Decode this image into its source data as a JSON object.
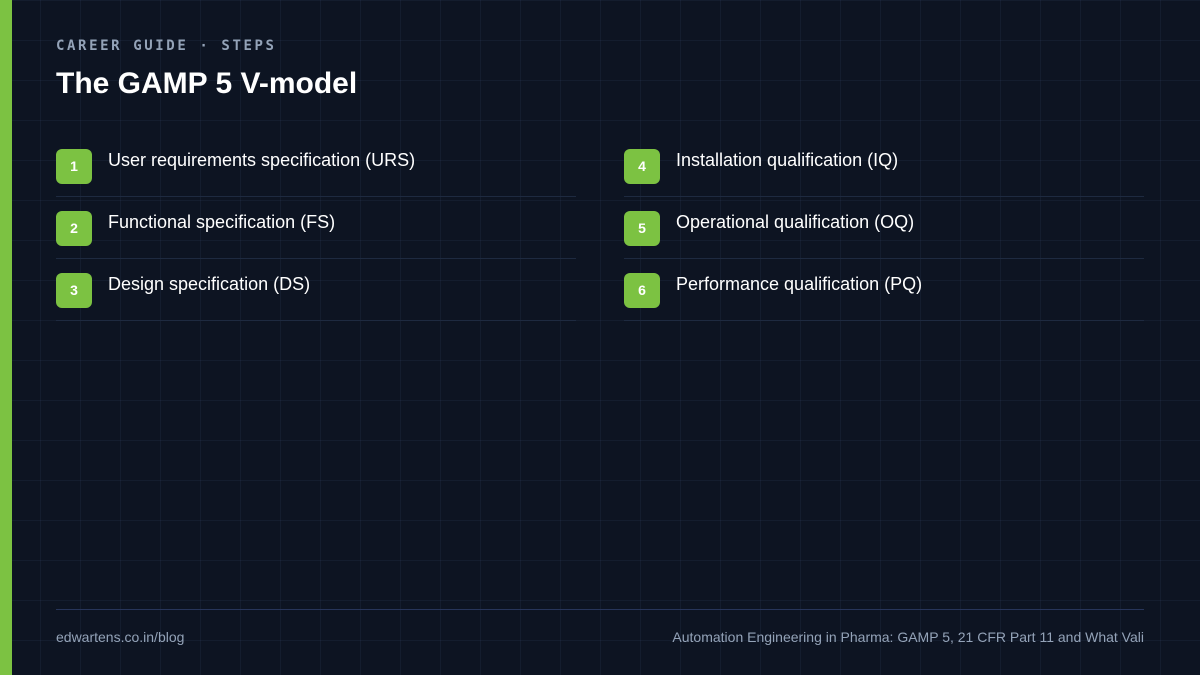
{
  "header": {
    "eyebrow": "CAREER GUIDE · STEPS",
    "title": "The GAMP 5 V-model"
  },
  "steps": [
    {
      "number": "1",
      "label": "User requirements specification (URS)"
    },
    {
      "number": "2",
      "label": "Functional specification (FS)"
    },
    {
      "number": "3",
      "label": "Design specification (DS)"
    },
    {
      "number": "4",
      "label": "Installation qualification (IQ)"
    },
    {
      "number": "5",
      "label": "Operational qualification (OQ)"
    },
    {
      "number": "6",
      "label": "Performance qualification (PQ)"
    }
  ],
  "footer": {
    "site": "edwartens.co.in/blog",
    "article": "Automation Engineering in Pharma: GAMP 5, 21 CFR Part 11 and What Vali"
  },
  "colors": {
    "background": "#0d1422",
    "accent": "#7cc242",
    "muted_text": "#94a3b8",
    "divider": "#1e2a40"
  }
}
